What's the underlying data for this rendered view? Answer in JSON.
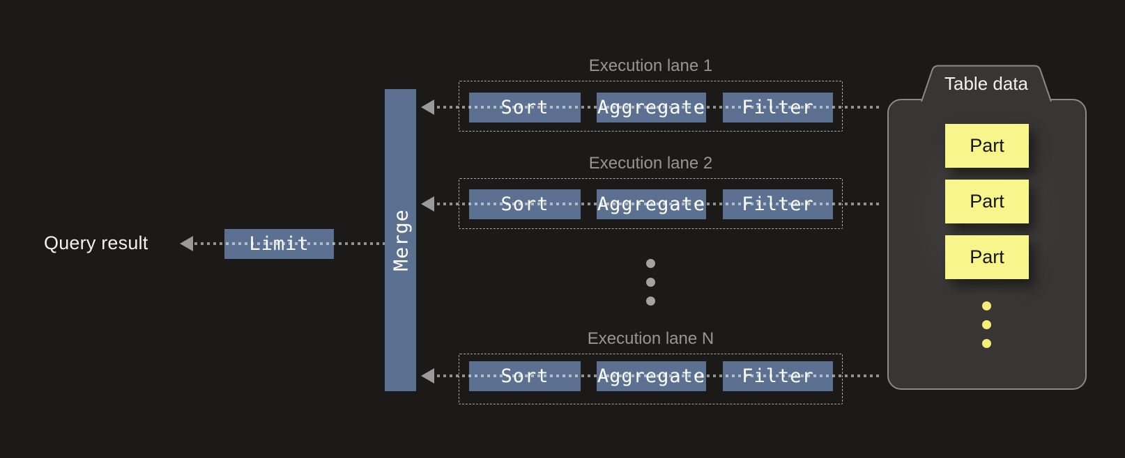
{
  "colors": {
    "bg": "#1b1a18",
    "accent": "#5c7191",
    "yellow": "#f8f58d",
    "panel": "#383635",
    "panel-border": "#8a8a8a",
    "muted": "#969696",
    "arrow": "#9a9a9a",
    "text": "#f2f2f2",
    "ink": "#141414"
  },
  "diagram": {
    "query_result_label": "Query result",
    "limit_label": "Limit",
    "merge_label": "Merge",
    "lanes": [
      {
        "label": "Execution lane 1",
        "operators": [
          "Sort",
          "Aggregate",
          "Filter"
        ]
      },
      {
        "label": "Execution lane 2",
        "operators": [
          "Sort",
          "Aggregate",
          "Filter"
        ]
      },
      {
        "label": "Execution lane N",
        "operators": [
          "Sort",
          "Aggregate",
          "Filter"
        ]
      }
    ],
    "hidden_lanes_ellipsis_dots": 3,
    "table_data": {
      "label": "Table data",
      "parts": [
        "Part",
        "Part",
        "Part"
      ],
      "hidden_parts_ellipsis_dots": 3
    }
  }
}
